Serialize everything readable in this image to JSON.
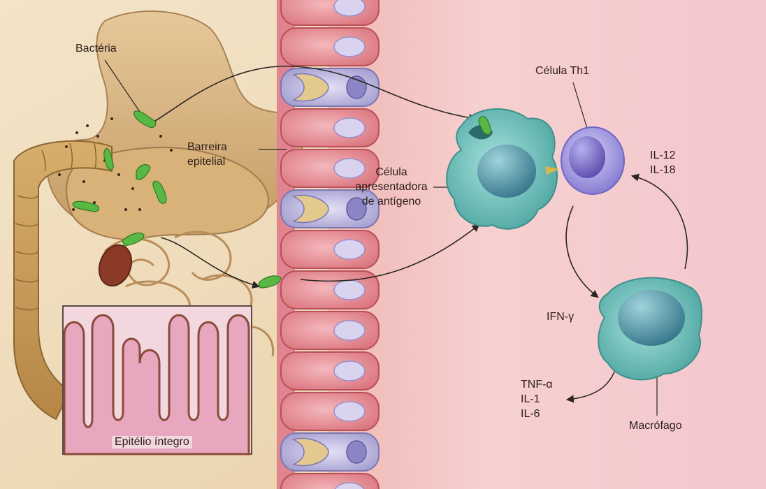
{
  "labels": {
    "bacteria": "Bactéria",
    "barrier_line1": "Barreira",
    "barrier_line2": "epitelial",
    "apc_line1": "Célula",
    "apc_line2": "apresentadora",
    "apc_line3": "de antígeno",
    "th1": "Célula Th1",
    "il12": "IL-12",
    "il18": "IL-18",
    "ifn": "IFN-γ",
    "tnf": "TNF-α",
    "il1": "IL-1",
    "il6": "IL-6",
    "macrophage": "Macrófago",
    "inset": "Epitélio íntegro"
  },
  "colors": {
    "tissue_background": "#f6cfcf",
    "intestine_tan": "#d6b58a",
    "epithelial_cell_pink": "#e98c93",
    "goblet_cell_lavender": "#c9c3e6",
    "apc_teal": "#74c3bf",
    "th1_purple": "#a79be0",
    "macrophage_teal": "#6fc4b9",
    "bacteria_green": "#58b843",
    "arrow_dark": "#2b2622"
  }
}
